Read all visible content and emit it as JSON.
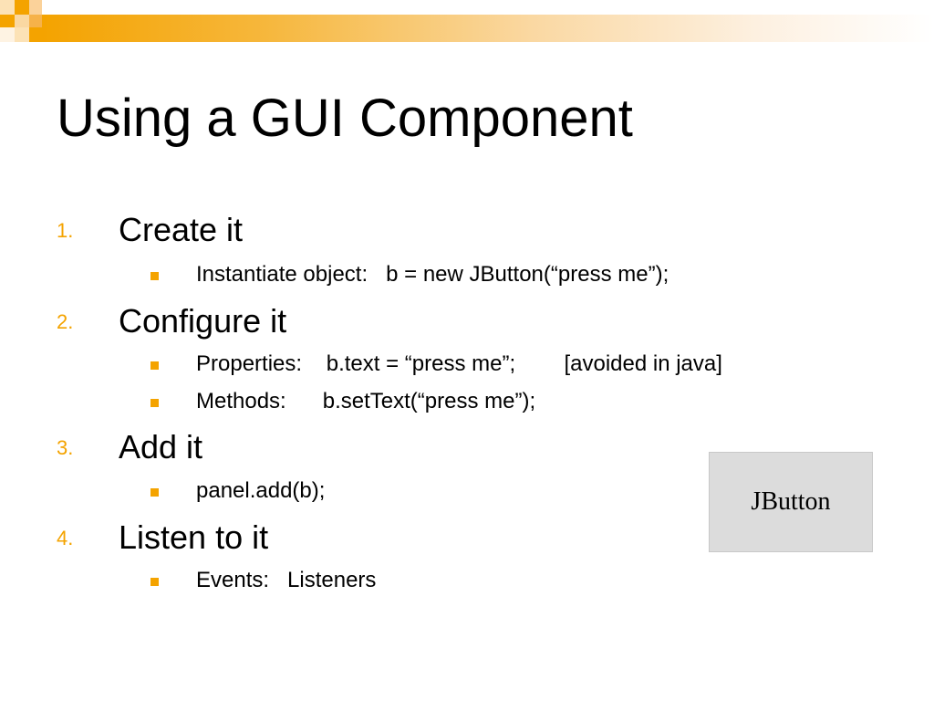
{
  "slide": {
    "title": "Using a GUI Component",
    "accent_color": "#f4a300",
    "items": [
      {
        "number": "1.",
        "text": "Create it",
        "subitems": [
          "Instantiate object:   b = new JButton(“press me”);"
        ]
      },
      {
        "number": "2.",
        "text": "Configure it",
        "subitems": [
          "Properties:    b.text = “press me”;        [avoided in java]",
          "Methods:      b.setText(“press me”);"
        ]
      },
      {
        "number": "3.",
        "text": "Add it",
        "subitems": [
          "panel.add(b);"
        ]
      },
      {
        "number": "4.",
        "text": "Listen to it",
        "subitems": [
          "Events:   Listeners"
        ]
      }
    ],
    "demo_button_label": "JButton"
  }
}
